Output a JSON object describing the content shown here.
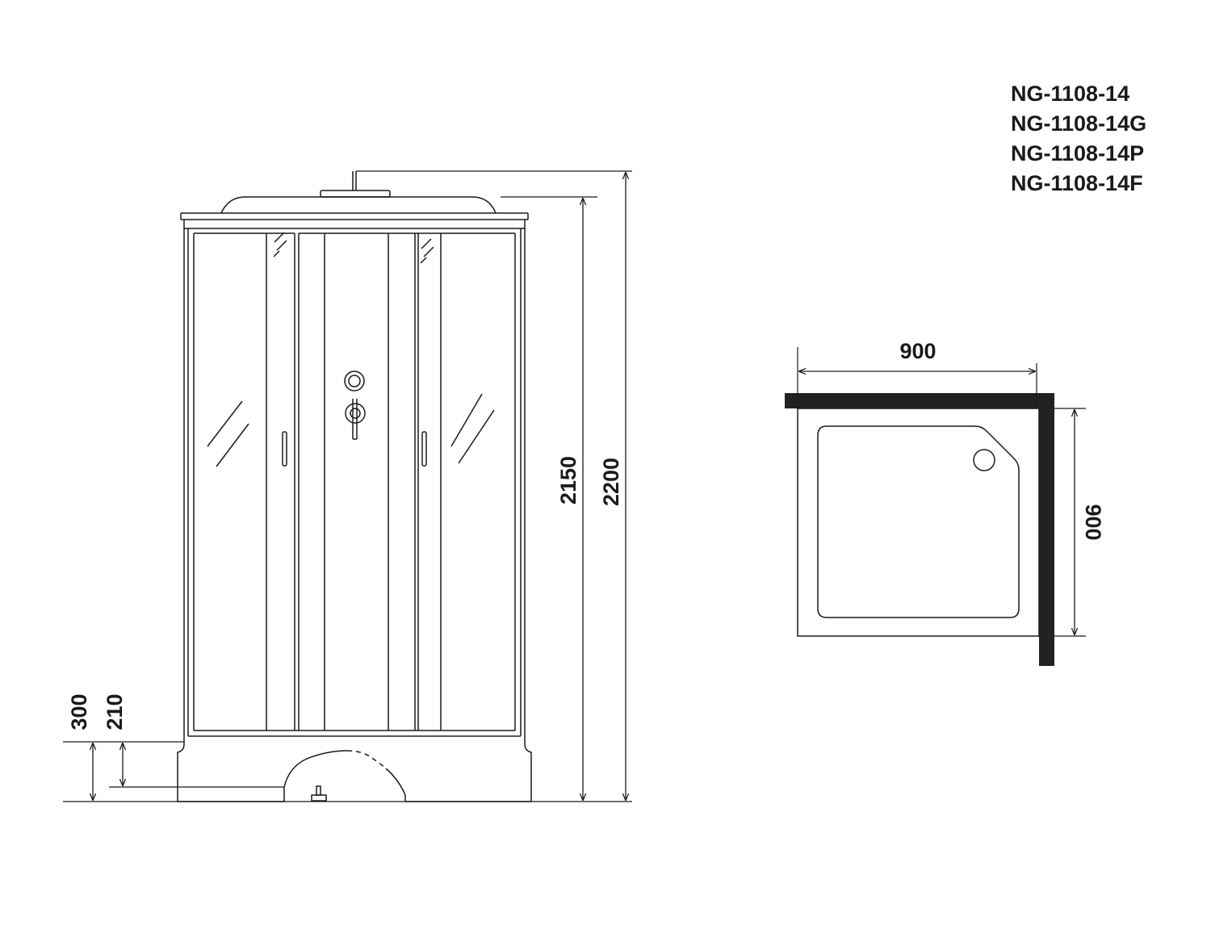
{
  "models": [
    "NG-1108-14",
    "NG-1108-14G",
    "NG-1108-14P",
    "NG-1108-14F"
  ],
  "front_view": {
    "height_total": "2200",
    "height_cabin": "2150",
    "tray_height": "300",
    "tray_step": "210"
  },
  "top_view": {
    "width": "900",
    "depth": "900"
  },
  "colors": {
    "line": "#1a1a1a",
    "wall": "#222222",
    "background": "#ffffff"
  }
}
